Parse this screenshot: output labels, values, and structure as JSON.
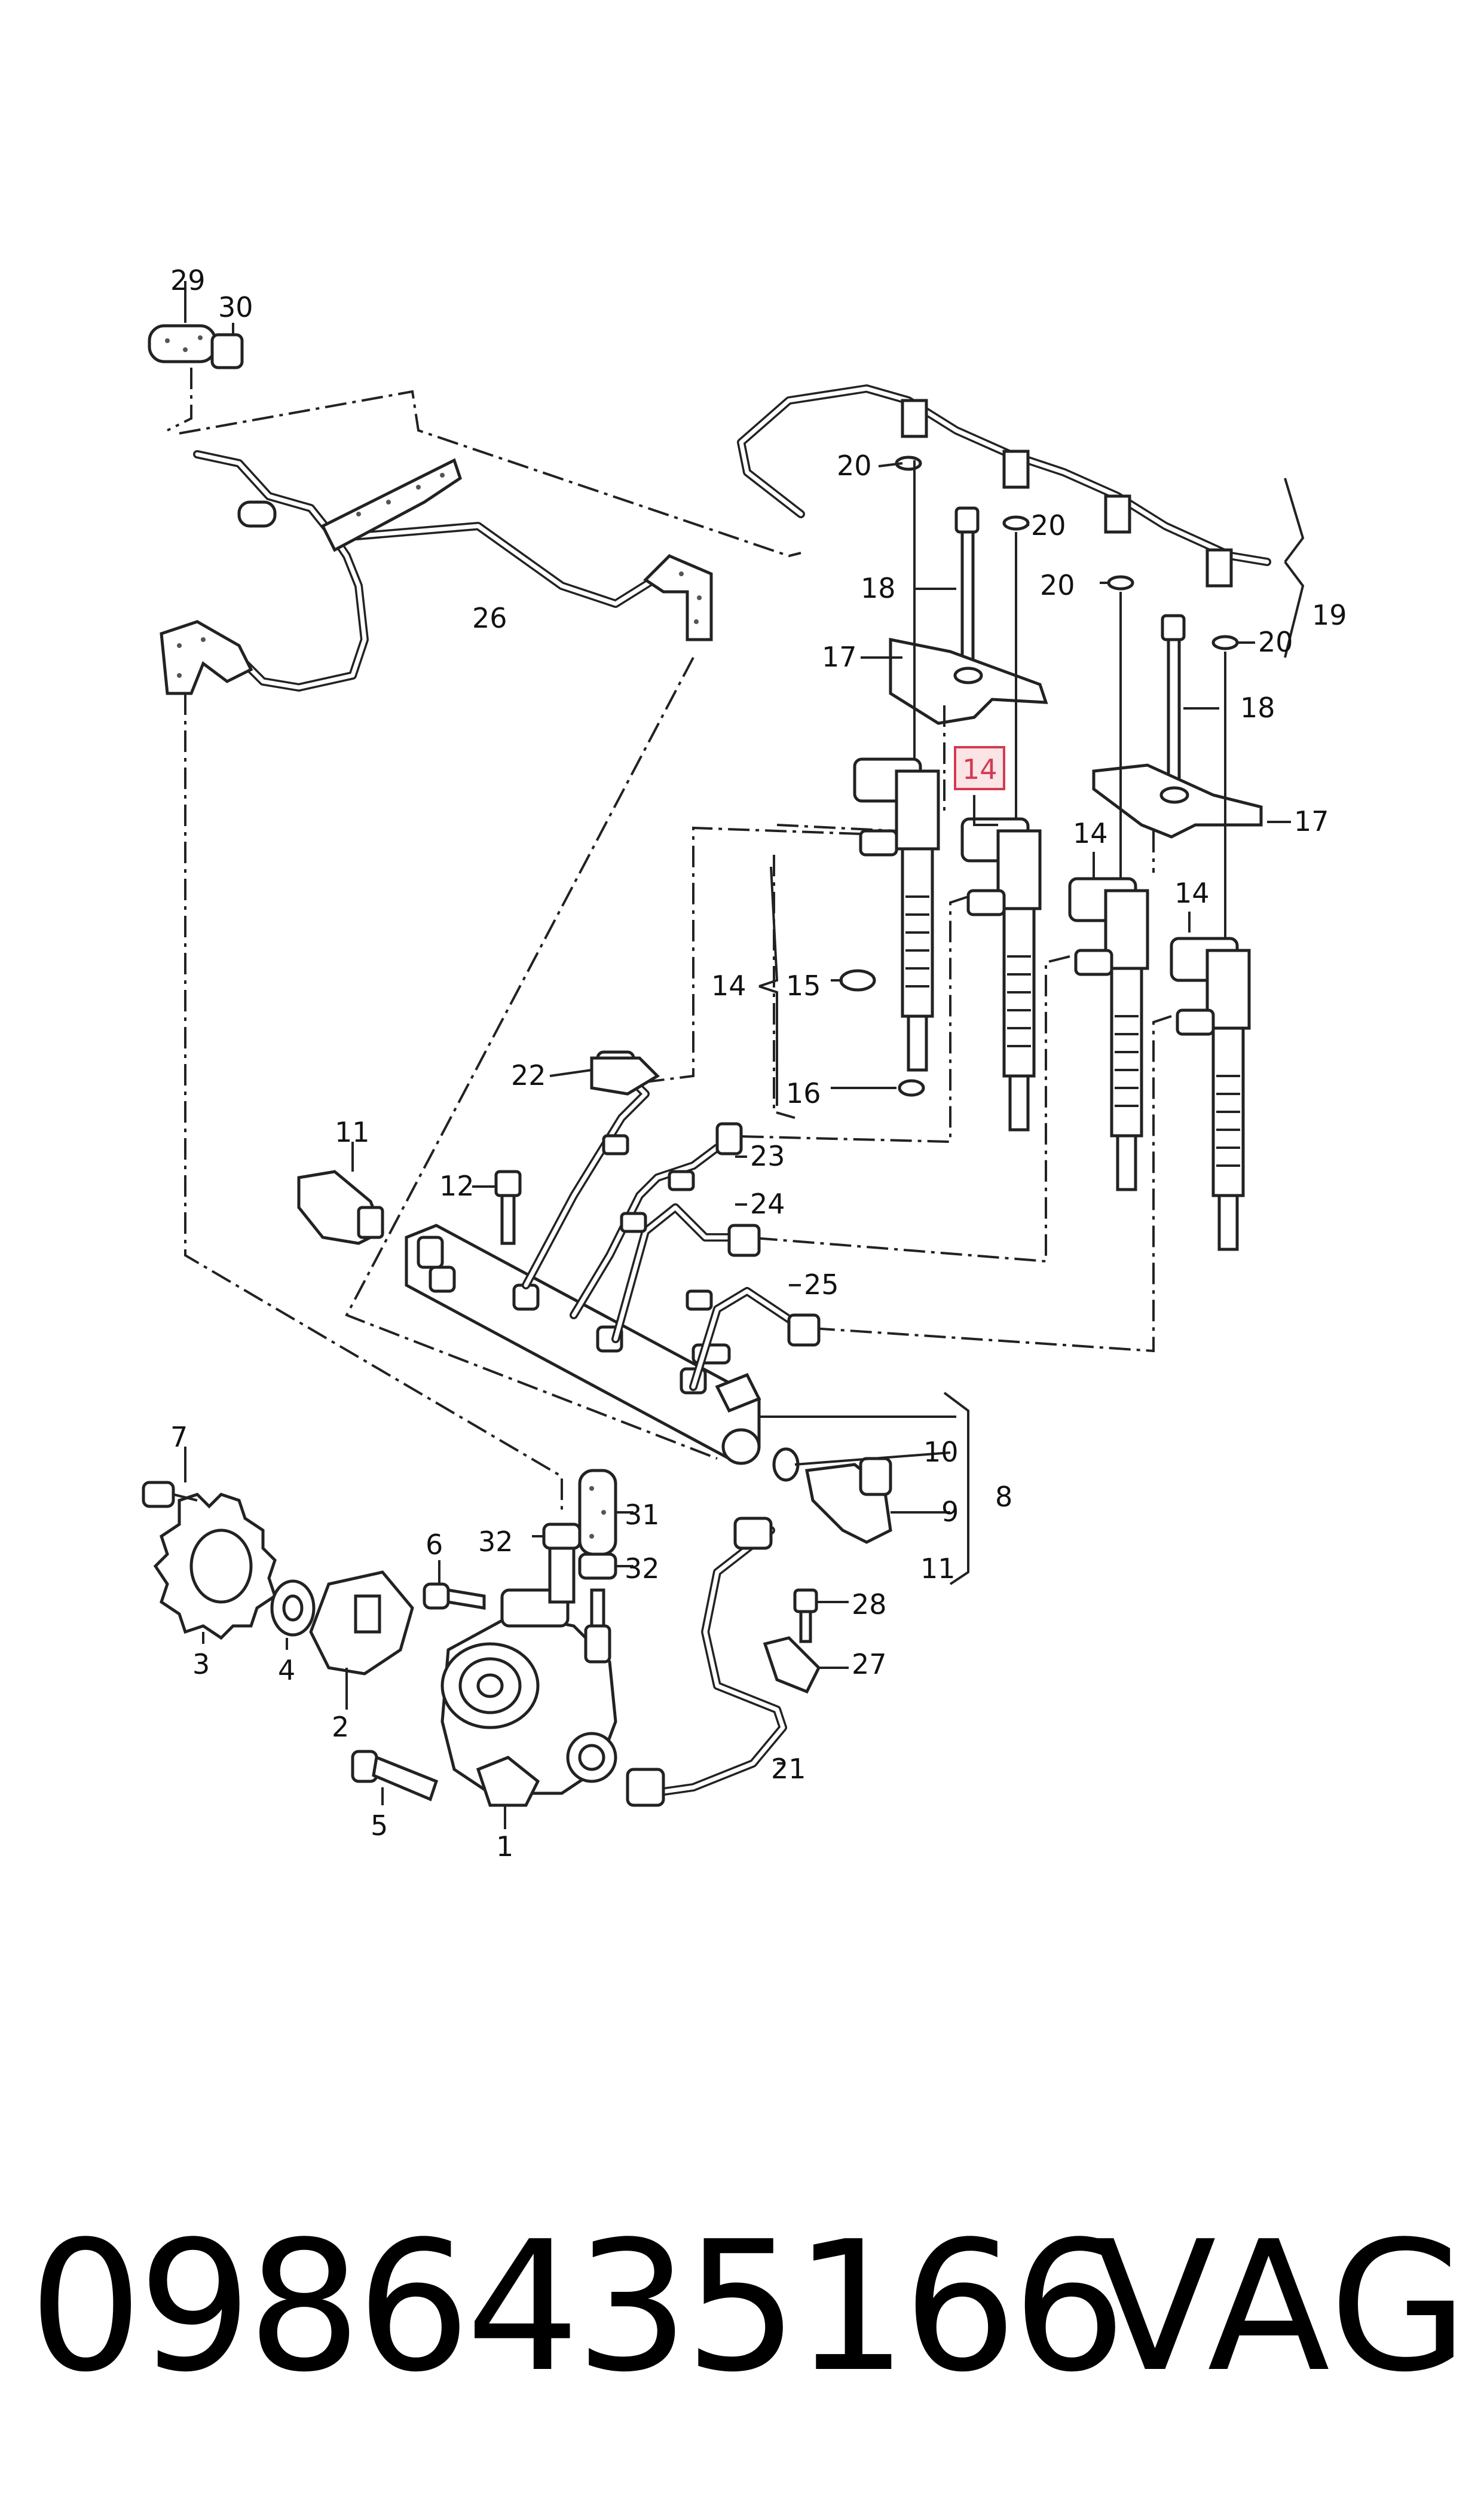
{
  "diagram": {
    "callouts": {
      "c29": "29",
      "c30": "30",
      "c26": "26",
      "c20a": "20",
      "c20b": "20",
      "c20c": "20",
      "c20d": "20",
      "c18a": "18",
      "c18b": "18",
      "c19": "19",
      "c17a": "17",
      "c17b": "17",
      "c14_highlight": "14",
      "c14a": "14",
      "c14b": "14",
      "c14c": "14",
      "c15": "15",
      "c16": "16",
      "c22": "22",
      "c23": "23",
      "c24": "24",
      "c25": "25",
      "c11a": "11",
      "c11b": "11",
      "c12": "12",
      "c10": "10",
      "c9": "9",
      "c8": "8",
      "c7": "7",
      "c3": "3",
      "c4": "4",
      "c2": "2",
      "c6": "6",
      "c5": "5",
      "c1": "1",
      "c31": "31",
      "c32a": "32",
      "c32b": "32",
      "c28": "28",
      "c27": "27",
      "c21": "21"
    },
    "highlight_color": "#d23b52"
  },
  "footer": {
    "part_number": "0986435166",
    "brand": "VAG"
  }
}
